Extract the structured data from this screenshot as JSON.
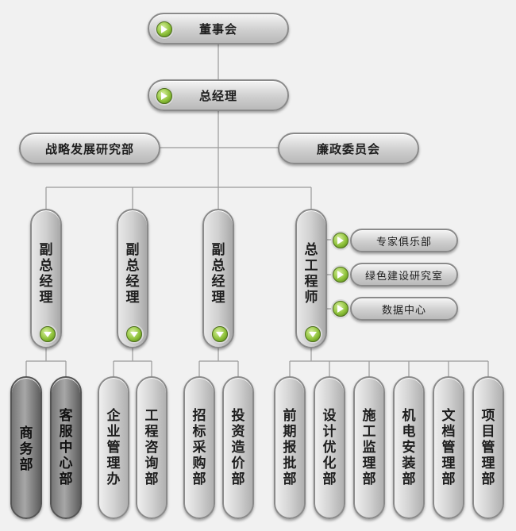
{
  "top": {
    "board": "董事会",
    "gm": "总经理"
  },
  "side": {
    "left": "战略发展研究部",
    "right": "廉政委员会"
  },
  "deputies": [
    {
      "label": "副\n总\n经\n理"
    },
    {
      "label": "副\n总\n经\n理"
    },
    {
      "label": "副\n总\n经\n理"
    },
    {
      "label": "总\n工\n程\n师"
    }
  ],
  "chief_units": [
    "专家俱乐部",
    "绿色建设研究室",
    "数据中心"
  ],
  "departments": [
    {
      "label": "商\n务\n部"
    },
    {
      "label": "客\n服\n中\n心\n部"
    },
    {
      "label": "企\n业\n管\n理\n办"
    },
    {
      "label": "工\n程\n咨\n询\n部"
    },
    {
      "label": "招\n标\n采\n购\n部"
    },
    {
      "label": "投\n资\n造\n价\n部"
    },
    {
      "label": "前\n期\n报\n批\n部"
    },
    {
      "label": "设\n计\n优\n化\n部"
    },
    {
      "label": "施\n工\n监\n理\n部"
    },
    {
      "label": "机\n电\n安\n装\n部"
    },
    {
      "label": "文\n档\n管\n理\n部"
    },
    {
      "label": "项\n目\n管\n理\n部"
    }
  ]
}
